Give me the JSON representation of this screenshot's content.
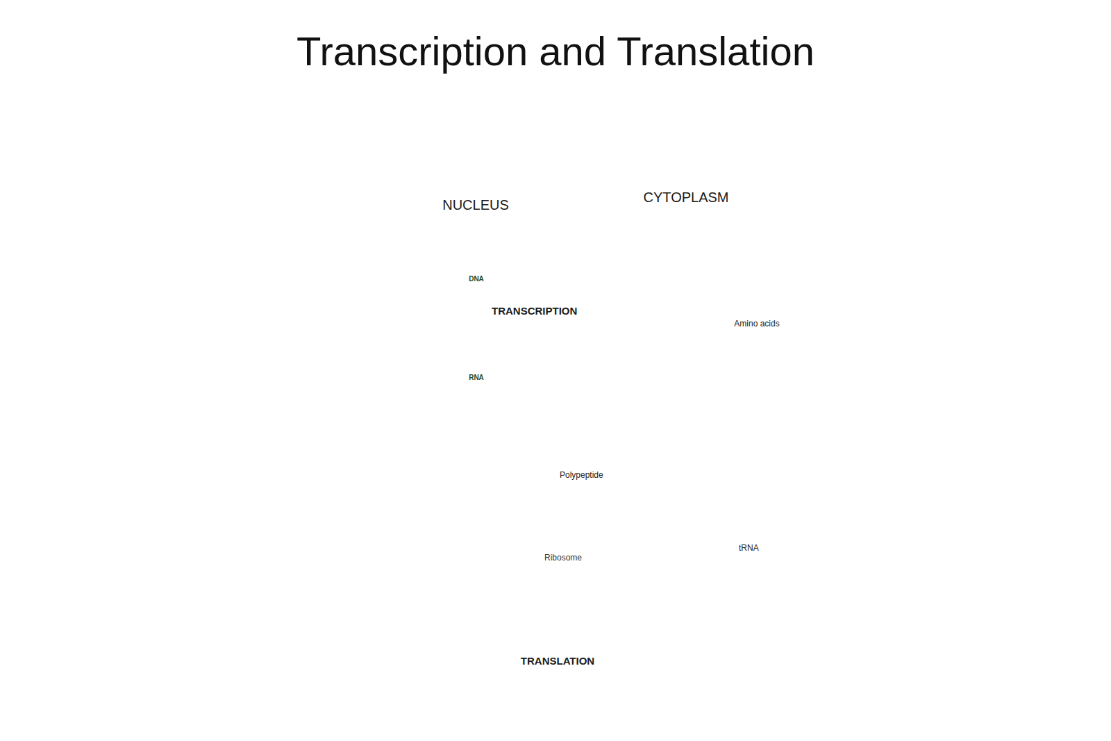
{
  "diagram": {
    "title": "Transcription and Translation",
    "nodes": [
      {
        "text": [
          "CYTOPLASM"
        ]
      },
      {
        "text": [
          "NUCLEUS"
        ],
        "in": 0
      },
      {
        "text": [
          "Ribosome"
        ],
        "in": 0
      }
    ],
    "labels": [
      "DNA",
      "TRANSCRIPTION",
      "RNA",
      "Amino acids",
      "Polypeptide",
      "tRNA",
      "TRANSLATION"
    ]
  }
}
